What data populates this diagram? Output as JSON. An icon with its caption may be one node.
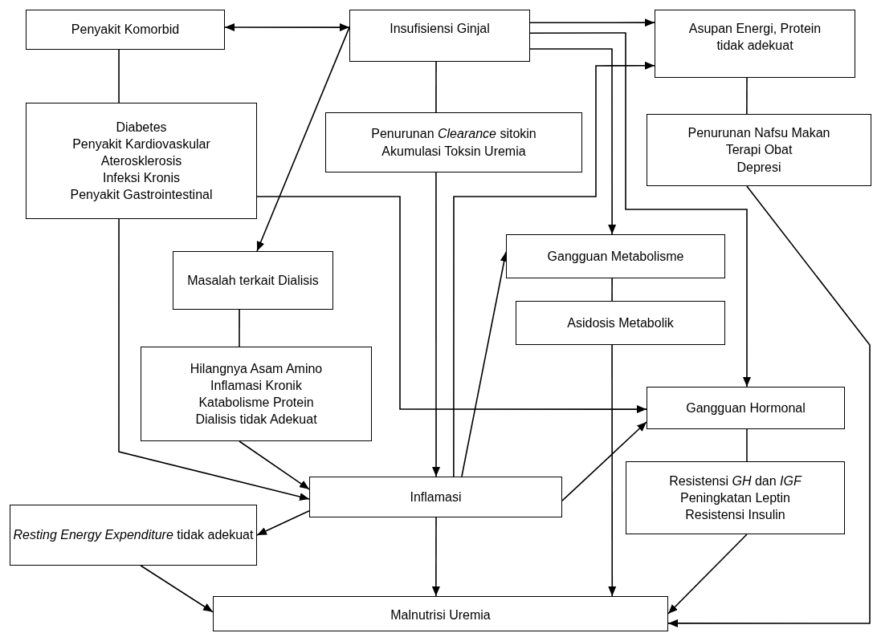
{
  "diagram": {
    "nodes": [
      {
        "text": [
          "Penyakit Komorbid"
        ]
      },
      {
        "text": [
          "Insufisiensi Ginjal"
        ]
      },
      {
        "text": [
          "Asupan Energi, Protein tidak adekuat"
        ]
      },
      {
        "text": [
          "Diabetes",
          "Penyakit Kardiovaskular",
          "Aterosklerosis",
          "Infeksi Kronis",
          "Penyakit Gastrointestinal"
        ]
      },
      {
        "text": [
          "Penurunan *Clearance* sitokin",
          "Akumulasi Toksin Uremia"
        ]
      },
      {
        "text": [
          "Penurunan Nafsu Makan",
          "Terapi Obat",
          "Depresi"
        ]
      },
      {
        "text": [
          "Masalah terkait Dialisis"
        ]
      },
      {
        "text": [
          "Gangguan Metabolisme"
        ]
      },
      {
        "text": [
          "Asidosis Metabolik"
        ]
      },
      {
        "text": [
          "Hilangnya Asam Amino",
          "Inflamasi Kronik",
          "Katabolisme Protein",
          "Dialisis tidak Adekuat"
        ]
      },
      {
        "text": [
          "Gangguan Hormonal"
        ]
      },
      {
        "text": [
          "Inflamasi"
        ]
      },
      {
        "text": [
          "*Resting Energy Expenditure* tidak adekuat"
        ]
      },
      {
        "text": [
          "Resistensi *GH* dan *IGF*",
          "Peningkatan Leptin",
          "Resistensi Insulin"
        ]
      },
      {
        "text": [
          "Malnutrisi Uremia"
        ]
      }
    ],
    "edges": [
      {
        "from": 0,
        "to": 1,
        "arrow": "both"
      },
      {
        "from": 0,
        "to": 3,
        "arrow": "none"
      },
      {
        "from": 1,
        "to": 6,
        "arrow": "to"
      },
      {
        "from": 1,
        "to": 4,
        "arrow": "none"
      },
      {
        "from": 1,
        "to": 2,
        "arrow": "to"
      },
      {
        "from": 1,
        "to": 10,
        "arrow": "to"
      },
      {
        "from": 1,
        "to": 7,
        "arrow": "to"
      },
      {
        "from": 11,
        "to": 2,
        "arrow": "to"
      },
      {
        "from": 4,
        "to": 11,
        "arrow": "to"
      },
      {
        "from": 2,
        "to": 5,
        "arrow": "none"
      },
      {
        "from": 5,
        "to": 14,
        "arrow": "to"
      },
      {
        "from": 3,
        "to": 10,
        "arrow": "to"
      },
      {
        "from": 3,
        "to": 11,
        "arrow": "to"
      },
      {
        "from": 6,
        "to": 9,
        "arrow": "none"
      },
      {
        "from": 9,
        "to": 11,
        "arrow": "to"
      },
      {
        "from": 11,
        "to": 7,
        "arrow": "to"
      },
      {
        "from": 7,
        "to": 8,
        "arrow": "none"
      },
      {
        "from": 8,
        "to": 14,
        "arrow": "to"
      },
      {
        "from": 11,
        "to": 10,
        "arrow": "to"
      },
      {
        "from": 11,
        "to": 12,
        "arrow": "to"
      },
      {
        "from": 11,
        "to": 14,
        "arrow": "to"
      },
      {
        "from": 12,
        "to": 14,
        "arrow": "to"
      },
      {
        "from": 10,
        "to": 13,
        "arrow": "none"
      },
      {
        "from": 13,
        "to": 14,
        "arrow": "to"
      }
    ]
  }
}
